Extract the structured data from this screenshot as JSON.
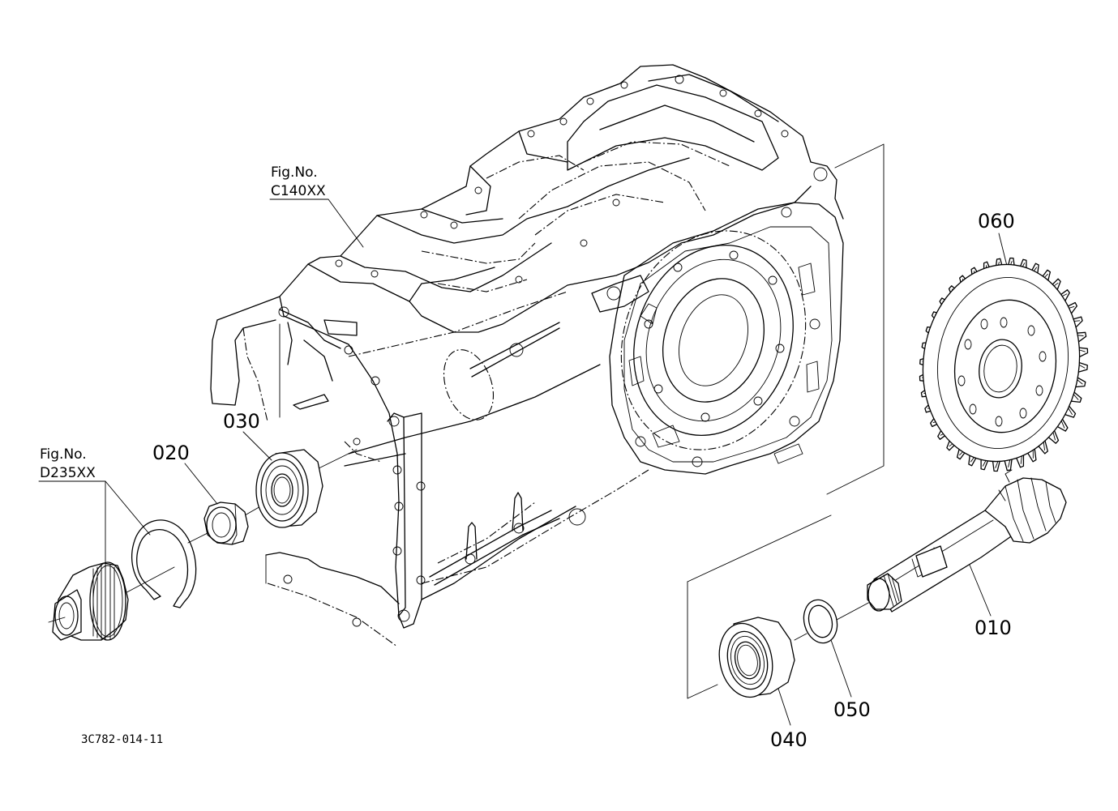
{
  "figure_refs": [
    {
      "id": "ref-c140",
      "line1": "Fig.No.",
      "line2": "C140XX"
    },
    {
      "id": "ref-d235",
      "line1": "Fig.No.",
      "line2": "D235XX"
    }
  ],
  "parts": [
    {
      "id": "part-010",
      "label": "010",
      "name": "bevel pinion shaft"
    },
    {
      "id": "part-020",
      "label": "020",
      "name": "lock nut"
    },
    {
      "id": "part-030",
      "label": "030",
      "name": "bearing"
    },
    {
      "id": "part-040",
      "label": "040",
      "name": "bearing"
    },
    {
      "id": "part-050",
      "label": "050",
      "name": "shim washer"
    },
    {
      "id": "part-060",
      "label": "060",
      "name": "bevel gear"
    }
  ],
  "diagram_code": "3C782-014-11"
}
